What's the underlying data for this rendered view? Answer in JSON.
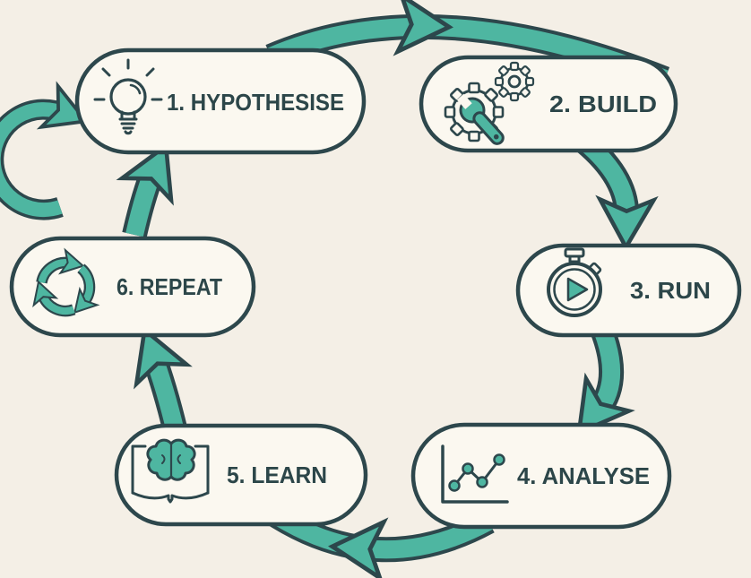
{
  "diagram": {
    "type": "cycle",
    "step_count": 6
  },
  "steps": [
    {
      "number": "1",
      "label": "1. HYPOTHESISE",
      "icon": "lightbulb-icon"
    },
    {
      "number": "2",
      "label": "2. BUILD",
      "icon": "gears-wrench-icon"
    },
    {
      "number": "3",
      "label": "3. RUN",
      "icon": "stopwatch-icon"
    },
    {
      "number": "4",
      "label": "4. ANALYSE",
      "icon": "line-chart-icon"
    },
    {
      "number": "5",
      "label": "5. LEARN",
      "icon": "book-brain-icon"
    },
    {
      "number": "6",
      "label": "6. REPEAT",
      "icon": "recycle-icon"
    }
  ],
  "arrows": [
    {
      "from": "1. HYPOTHESISE",
      "to": "2. BUILD"
    },
    {
      "from": "2. BUILD",
      "to": "3. RUN"
    },
    {
      "from": "3. RUN",
      "to": "4. ANALYSE"
    },
    {
      "from": "4. ANALYSE",
      "to": "5. LEARN"
    },
    {
      "from": "5. LEARN",
      "to": "6. REPEAT"
    },
    {
      "from": "6. REPEAT",
      "to": "1. HYPOTHESISE"
    }
  ],
  "colors": {
    "background": "#f4efe6",
    "pill_fill": "#fbf8f0",
    "outline": "#2d474c",
    "accent_teal": "#4eb6a1",
    "text": "#2c4649"
  }
}
